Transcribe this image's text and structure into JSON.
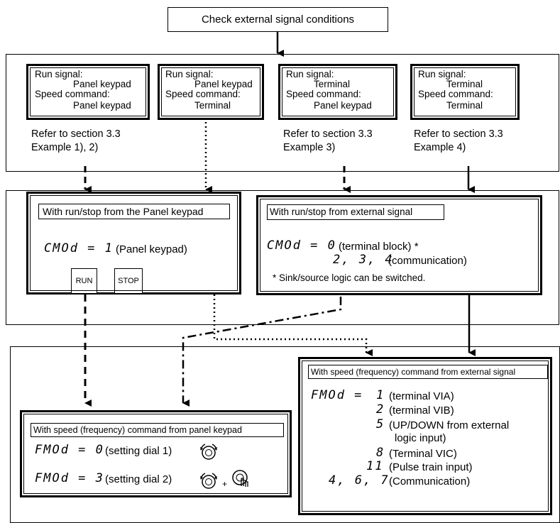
{
  "top": {
    "label": "Check external signal conditions"
  },
  "signal_boxes": [
    {
      "run_label": "Run signal:",
      "run_value": "Panel keypad",
      "speed_label": "Speed command:",
      "speed_value": "Panel keypad"
    },
    {
      "run_label": "Run signal:",
      "run_value": "Panel keypad",
      "speed_label": "Speed command:",
      "speed_value": "Terminal"
    },
    {
      "run_label": "Run signal:",
      "run_value": "Terminal",
      "speed_label": "Speed command:",
      "speed_value": "Panel keypad"
    },
    {
      "run_label": "Run signal:",
      "run_value": "Terminal",
      "speed_label": "Speed command:",
      "speed_value": "Terminal"
    }
  ],
  "refs": [
    {
      "line1": "Refer to section 3.3",
      "line2": "Example 1), 2)"
    },
    {
      "line1": "Refer to section 3.3",
      "line2": "Example 3)"
    },
    {
      "line1": "Refer to section 3.3",
      "line2": "Example 4)"
    }
  ],
  "panel_run": {
    "title": "With run/stop from the Panel keypad",
    "code": "CMOd = 1",
    "desc": "(Panel keypad)",
    "run_button": "RUN",
    "stop_button": "STOP"
  },
  "ext_run": {
    "title": "With run/stop from external signal",
    "code": "CMOd = 0",
    "desc": "(terminal block) *",
    "code2": "2, 3, 4",
    "desc2": "(communication)",
    "note": "* Sink/source logic can be switched."
  },
  "panel_speed": {
    "title": "With speed (frequency) command from panel keypad",
    "rows": [
      {
        "code": "FMOd = 0",
        "desc": "(setting dial 1)"
      },
      {
        "code": "FMOd = 3",
        "desc": "(setting dial 2)"
      }
    ],
    "plus": "+"
  },
  "ext_speed": {
    "title": "With speed (frequency) command from external signal",
    "code": "FMOd =",
    "rows": [
      {
        "val": "1",
        "desc": "(terminal VIA)"
      },
      {
        "val": "2",
        "desc": "(terminal VIB)"
      },
      {
        "val": "5",
        "desc": "(UP/DOWN from external"
      },
      {
        "val": "",
        "desc": "logic input)"
      },
      {
        "val": "8",
        "desc": "(Terminal VIC)"
      },
      {
        "val": "11",
        "desc": "(Pulse train input)"
      },
      {
        "val": "4, 6, 7",
        "desc": "(Communication)"
      }
    ]
  }
}
